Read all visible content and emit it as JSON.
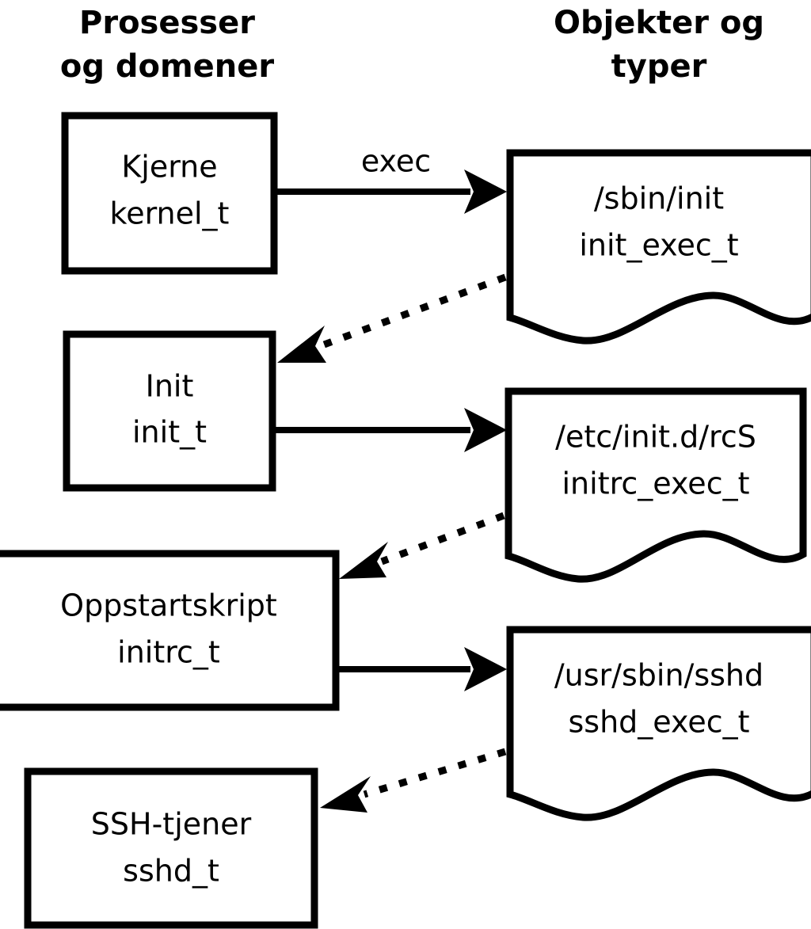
{
  "diagram": {
    "title_left": "Prosesser\nog domener",
    "columns": [
      {
        "id": "processes",
        "line1": "Prosesser",
        "line2": "og domener"
      },
      {
        "id": "objects",
        "line1": "Objekter og",
        "line2": "typer"
      }
    ],
    "process_nodes": [
      {
        "id": "kernel",
        "line1": "Kjerne",
        "line2": "kernel_t"
      },
      {
        "id": "init",
        "line1": "Init",
        "line2": "init_t"
      },
      {
        "id": "initrc",
        "line1": "Oppstartskript",
        "line2": "initrc_t"
      },
      {
        "id": "sshd",
        "line1": "SSH-tjener",
        "line2": "sshd_t"
      }
    ],
    "object_nodes": [
      {
        "id": "sbin-init",
        "line1": "/sbin/init",
        "line2": "init_exec_t"
      },
      {
        "id": "etc-initd-rcs",
        "line1": "/etc/init.d/rcS",
        "line2": "initrc_exec_t"
      },
      {
        "id": "usr-sbin-sshd",
        "line1": "/usr/sbin/sshd",
        "line2": "sshd_exec_t"
      }
    ],
    "edges": [
      {
        "id": "kernel-to-sbin-init",
        "label": "exec",
        "style": "solid",
        "from": "kernel",
        "to": "sbin-init"
      },
      {
        "id": "sbin-init-to-init",
        "label": "",
        "style": "dotted",
        "from": "sbin-init",
        "to": "init"
      },
      {
        "id": "init-to-rcs",
        "label": "",
        "style": "solid",
        "from": "init",
        "to": "etc-initd-rcs"
      },
      {
        "id": "rcs-to-initrc",
        "label": "",
        "style": "dotted",
        "from": "etc-initd-rcs",
        "to": "initrc"
      },
      {
        "id": "initrc-to-sshd-exec",
        "label": "",
        "style": "solid",
        "from": "initrc",
        "to": "usr-sbin-sshd"
      },
      {
        "id": "sshd-exec-to-sshd",
        "label": "",
        "style": "dotted",
        "from": "usr-sbin-sshd",
        "to": "sshd"
      }
    ],
    "colors": {
      "stroke": "#000000",
      "fill": "#ffffff",
      "background": "#ffffff"
    }
  }
}
